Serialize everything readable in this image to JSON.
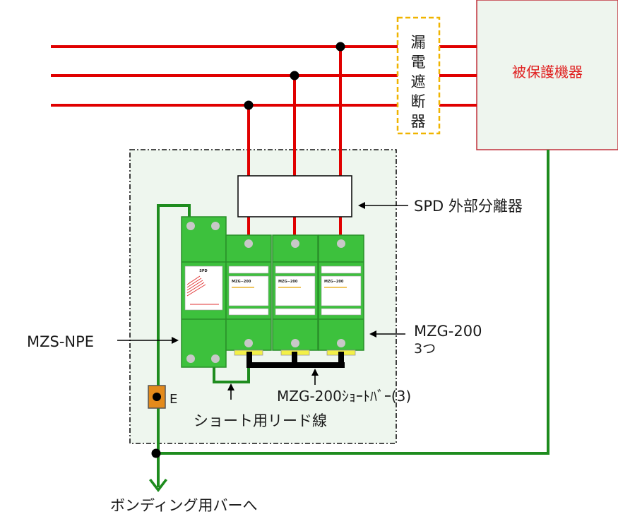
{
  "breaker": {
    "label": "漏電遮断器",
    "border_color": "#f0b400"
  },
  "protected_equipment": {
    "label": "被保護機器",
    "label_color": "#e02020",
    "bg": "#eef5ee",
    "border": "#c0303c"
  },
  "labels": {
    "spd_disconnector": "SPD 外部分離器",
    "mzs_npe": "MZS-NPE",
    "mzg_200": "MZG-200",
    "mzg_200_count": "3つ",
    "short_bar": "MZG-200ｼｮｰﾄﾊﾞｰ(3)",
    "short_lead": "ショート用リード線",
    "earth_terminal": "E",
    "to_bonding_bar": "ボンディング用バーへ"
  },
  "modules": {
    "npe_badge": "SPD",
    "mzg_badge": "MZG−200"
  },
  "colors": {
    "line_wire": "#e00000",
    "earth_wire": "#1e8c1e",
    "module_green": "#3dc13d",
    "module_border": "#2a8f2a",
    "enclosure_bg": "#eef6ee",
    "terminal": "#c8c8c8",
    "short_bar": "#000000",
    "bar_terminal": "#f3f047",
    "earth_block": "#e38a1b"
  }
}
